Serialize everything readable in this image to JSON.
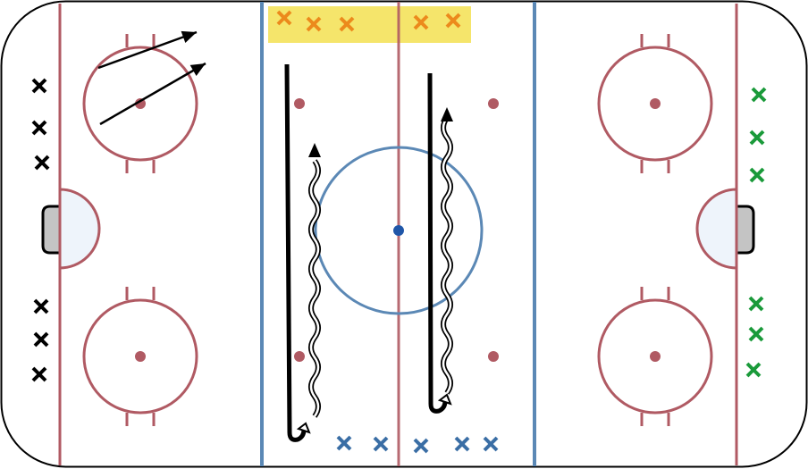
{
  "diagram": {
    "type": "hockey-rink-drill",
    "colors": {
      "boards": "#000000",
      "red_line": "#b05a63",
      "blue_line": "#5b88b5",
      "center_dot": "#1f56a8",
      "crease_fill": "#eef4fb",
      "net_fill": "#c4c4c4",
      "highlight": "#f5e56b",
      "team_black": "#000000",
      "team_green": "#1a9a3a",
      "team_orange": "#ec8a1c",
      "team_blue": "#3a6ea5",
      "path": "#000000"
    },
    "players": {
      "black_count": 6,
      "green_count": 6,
      "orange_count": 5,
      "blue_count": 5
    },
    "marker_symbol": "x-icon",
    "path_styles": [
      "pass-arrow",
      "skate-line",
      "puck-carry-wavy"
    ]
  }
}
